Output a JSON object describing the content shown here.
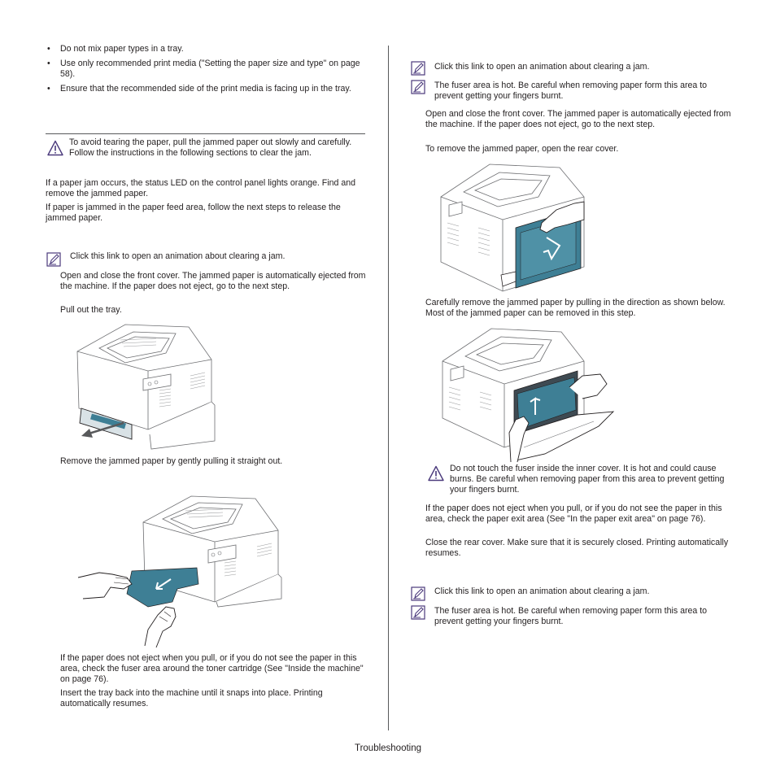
{
  "bullets": [
    "Do not mix paper types in a tray.",
    "Use only recommended print media (\"Setting the paper size and type\" on page 58).",
    "Ensure that the recommended side of the print media is facing up in the tray."
  ],
  "left": {
    "caution_tear": "To avoid tearing the paper, pull the jammed paper out slowly and carefully. Follow the instructions in the following sections to clear the jam.",
    "para_led": "If a paper jam occurs, the status LED on the control panel lights orange. Find and remove the jammed paper.",
    "para_feed": "If paper is jammed in the paper feed area, follow the next steps to release the jammed paper.",
    "note_animation": "Click this link to open an animation about clearing a jam.",
    "step_front_cover": "Open and close the front cover. The jammed paper is automatically ejected from the machine. If the paper does not eject, go to the next step.",
    "step_pull_tray": "Pull out the tray.",
    "step_remove_paper": "Remove the jammed paper by gently pulling it straight out.",
    "step_not_eject": "If the paper does not eject when you pull, or if you do not see the paper in this area, check the fuser area around the toner cartridge (See \"Inside the machine\" on page 76).",
    "step_insert_tray": "Insert the tray back into the machine until it snaps into place. Printing automatically resumes."
  },
  "right": {
    "note_animation": "Click this link to open an animation about clearing a jam.",
    "note_fuser_hot": "The fuser area is hot. Be careful when removing paper form this area to prevent getting your fingers burnt.",
    "step_front_cover": "Open and close the front cover. The jammed paper is automatically ejected from the machine. If the paper does not eject, go to the next step.",
    "step_rear_cover": "To remove the jammed paper, open the rear cover.",
    "step_carefully": "Carefully remove the jammed paper by pulling in the direction as shown below. Most of the jammed paper can be removed in this step.",
    "caution_fuser": "Do not touch the fuser inside the inner cover. It is hot and could cause burns. Be careful when removing paper from this area to prevent getting your fingers burnt.",
    "step_not_eject": "If the paper does not eject when you pull, or if you do not see the paper in this area, check the paper exit area (See \"In the paper exit area\" on page 76).",
    "step_close_rear": "Close the rear cover. Make sure that it is securely closed. Printing automatically resumes.",
    "note_animation_2": "Click this link to open an animation about clearing a jam.",
    "note_fuser_hot_2": "The fuser area is hot. Be careful when removing paper form this area to prevent getting your fingers burnt."
  },
  "footer": "Troubleshooting",
  "icons": {
    "caution": "warning-triangle-icon",
    "note": "note-pencil-icon"
  },
  "colors": {
    "text": "#231f20",
    "icon_purple": "#4b3a7c",
    "paper_blue": "#3e7f95",
    "rule": "#58595b"
  }
}
